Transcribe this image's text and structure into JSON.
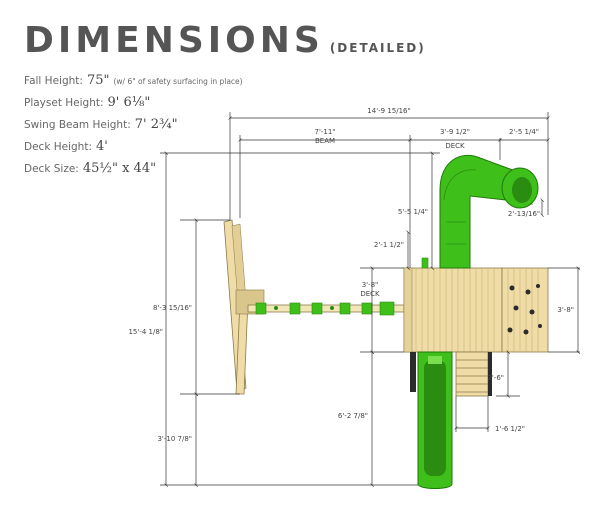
{
  "title": {
    "main": "DIMENSIONS",
    "sub": "(DETAILED)"
  },
  "specs": [
    {
      "label": "Fall Height:",
      "value": "75\"",
      "note": "(w/ 6\" of safety surfacing in place)"
    },
    {
      "label": "Playset Height:",
      "value": "9' 6⅛\""
    },
    {
      "label": "Swing Beam Height:",
      "value": "7' 2¾\""
    },
    {
      "label": "Deck Height:",
      "value": "4'"
    },
    {
      "label": "Deck Size:",
      "value": "45½\" x 44\""
    }
  ],
  "dimensions": {
    "overall_width": "14'-9 15/16\"",
    "beam_length": "7'-11\"",
    "beam_label": "BEAM",
    "deck_width_top": "3'-9 1/2\"",
    "deck_label_top": "DECK",
    "slide_top_offset": "2'-5 1/4\"",
    "slide_drop": "5'-5 1/4\"",
    "slide_exit": "2'-13/16\"",
    "deck_upper": "2'-1 1/2\"",
    "deck_width_side": "3'-8\"",
    "deck_label_side": "DECK",
    "swing_a_frame": "8'-3 15/16\"",
    "overall_depth": "15'-4 1/8\"",
    "right_side": "3'-8\"",
    "ladder_length": "2'-6\"",
    "lower_right": "6'-2 7/8\"",
    "ladder_width": "1'-6 1/2\"",
    "bottom_left": "3'-10 7/8\""
  },
  "colors": {
    "title": "#555555",
    "slide_green": "#3fbf1a",
    "slide_dark": "#2a8c10",
    "wood": "#efdca6",
    "wood_dark": "#c7b37a",
    "dim_line": "#333333"
  }
}
